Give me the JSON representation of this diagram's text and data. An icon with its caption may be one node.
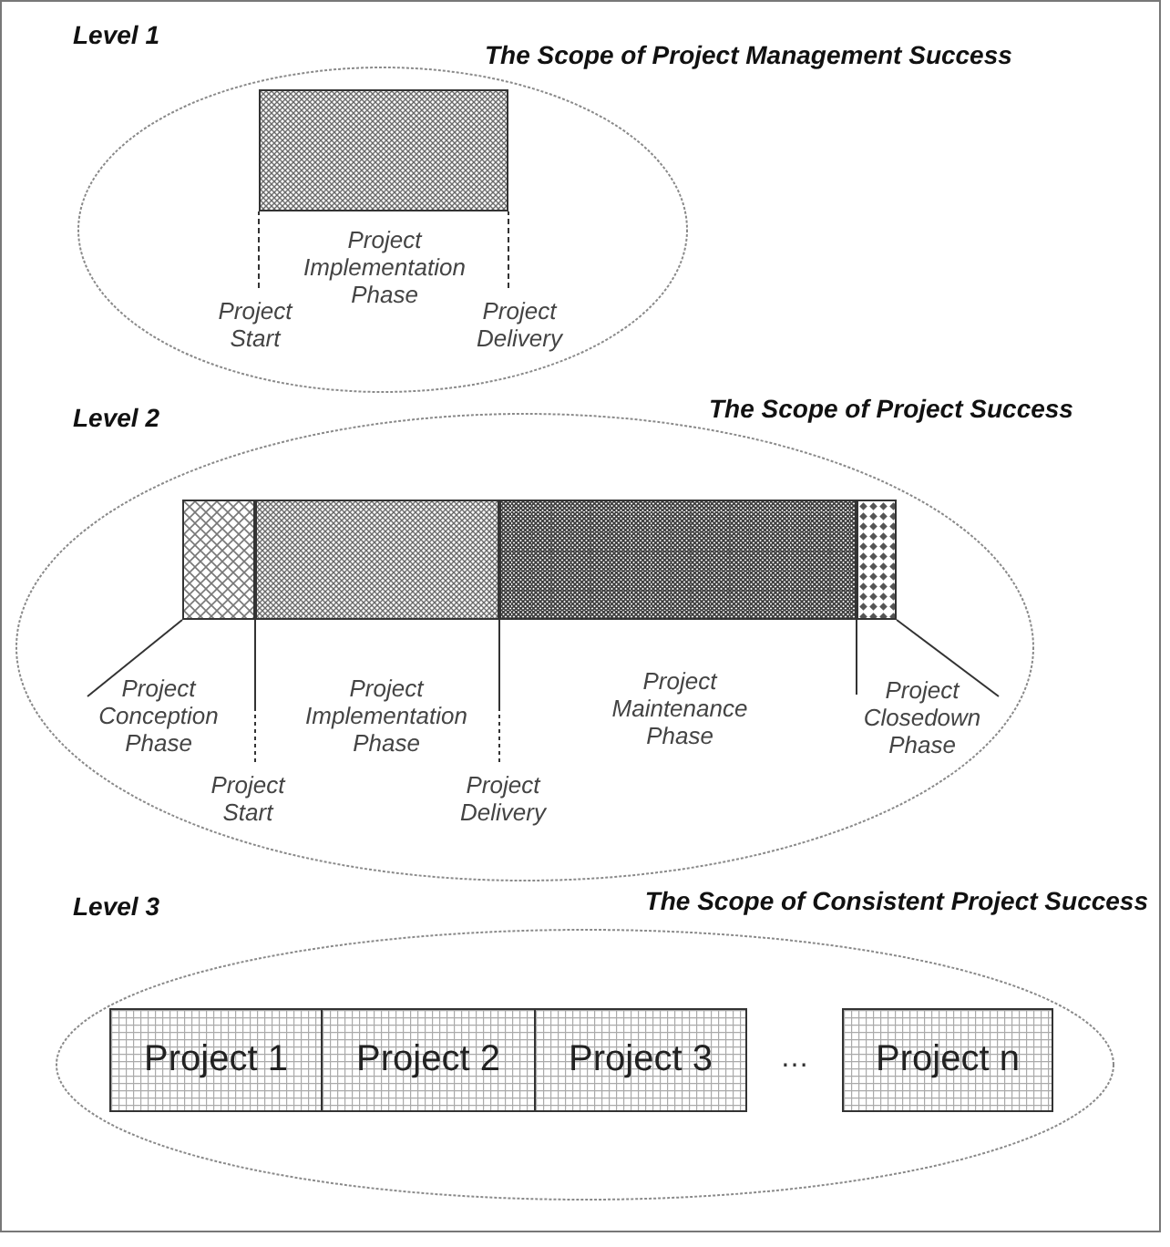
{
  "diagram": {
    "nodes": [
      {
        "text": [
          "Level 1",
          "The Scope of Project Management Success"
        ]
      },
      {
        "text": [],
        "shape": "box",
        "in": 0,
        "beside": [
          "Project Implementation Phase"
        ]
      },
      {
        "text": [
          "Project Start"
        ],
        "in": 0
      },
      {
        "text": [
          "Project Delivery"
        ],
        "in": 0
      },
      {
        "text": [
          "Level 2",
          "The Scope of Project Success"
        ]
      },
      {
        "text": [],
        "shape": "box",
        "in": 4
      },
      {
        "text": [],
        "shape": "box",
        "in": 4
      },
      {
        "text": [],
        "shape": "box",
        "in": 4,
        "beside": [
          "Project Maintenance Phase"
        ]
      },
      {
        "text": [],
        "shape": "box",
        "in": 4,
        "beside": [
          "Project Closedown Phase"
        ]
      },
      {
        "text": [
          "Project Start"
        ],
        "in": 4
      },
      {
        "text": [
          "Project Delivery"
        ],
        "in": 4
      },
      {
        "text": [
          "Level 3",
          "The Scope of Consistent Project Success"
        ]
      },
      {
        "text": [
          "Project 1"
        ],
        "in": 11
      },
      {
        "text": [
          "Project 2"
        ],
        "in": 11
      },
      {
        "text": [
          "Project 3"
        ],
        "in": 11
      },
      {
        "text": [
          "Project n"
        ],
        "in": 11
      }
    ],
    "edges": [
      {
        "from": 2,
        "to": 1,
        "arrow": "none",
        "style": "dashed"
      },
      {
        "from": 3,
        "to": 1,
        "arrow": "none",
        "style": "dashed"
      },
      {
        "from": 9,
        "to": 6,
        "arrow": "none"
      },
      {
        "from": 10,
        "to": 6,
        "arrow": "none"
      }
    ],
    "labels": [
      "Project Conception Phase",
      "Project Implementation Phase",
      "…"
    ]
  }
}
